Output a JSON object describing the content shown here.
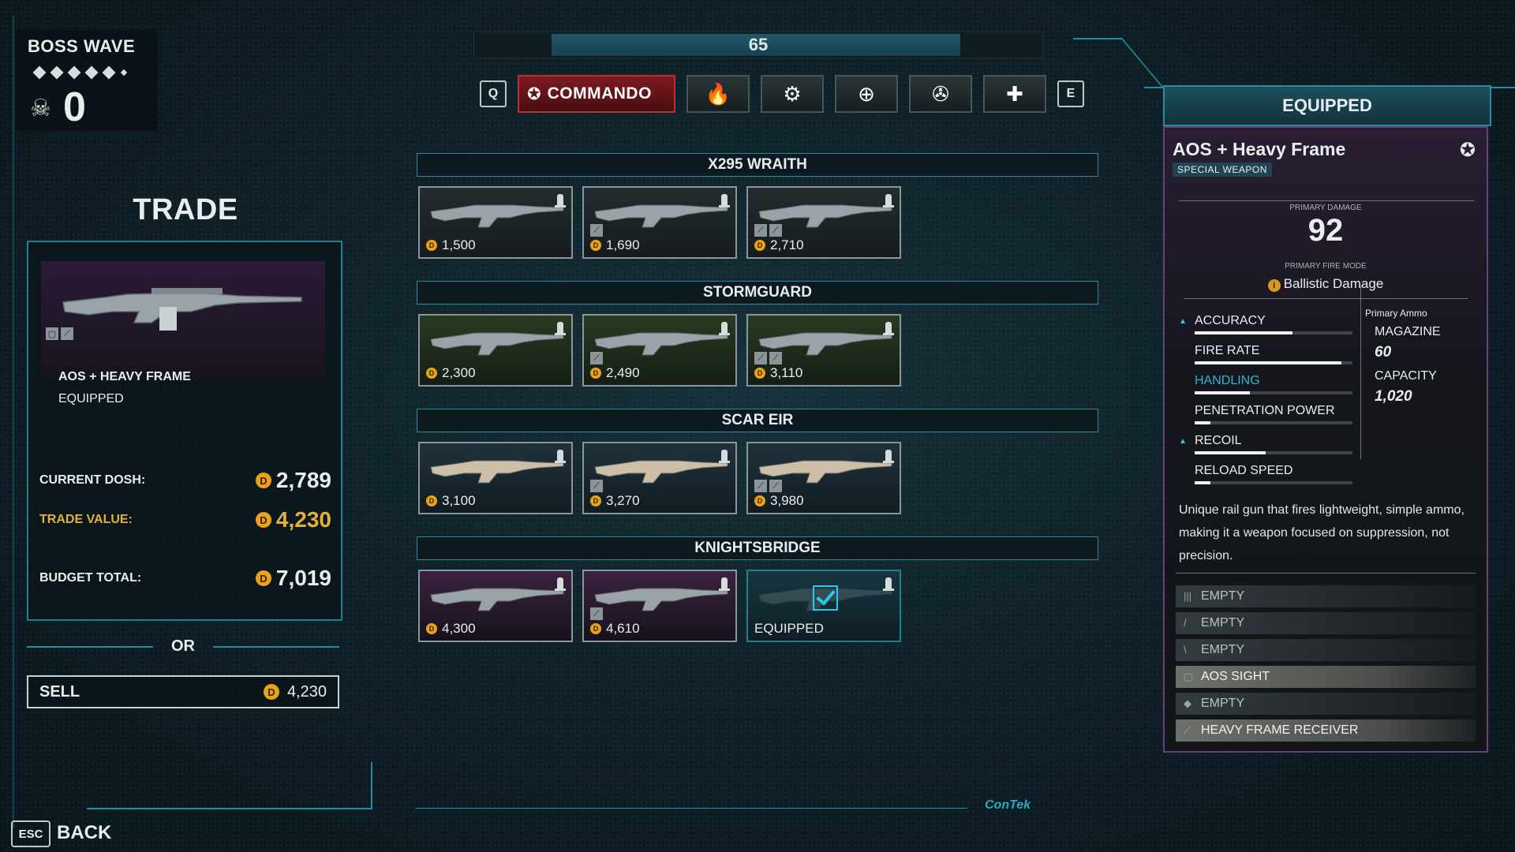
{
  "boss_wave": {
    "title": "BOSS WAVE",
    "count": "0"
  },
  "top_bar": {
    "level": "65",
    "progress": 0.72
  },
  "perk_bar": {
    "prev_key": "Q",
    "next_key": "E",
    "active_perk": "COMMANDO",
    "perk_icons": [
      "commando-icon",
      "firebug-icon",
      "demolitionist-icon",
      "sharpshooter-icon",
      "survivalist-icon",
      "medic-icon"
    ]
  },
  "trade": {
    "title": "TRADE",
    "weapon_name": "AOS + HEAVY FRAME",
    "weapon_status": "EQUIPPED",
    "current_dosh_label": "CURRENT DOSH:",
    "current_dosh": "2,789",
    "trade_value_label": "TRADE VALUE:",
    "trade_value": "4,230",
    "budget_total_label": "BUDGET TOTAL:",
    "budget_total": "7,019",
    "or_label": "OR",
    "sell_label": "SELL",
    "sell_value": "4,230"
  },
  "weapon_groups": [
    {
      "name": "X295 WRAITH",
      "cards": [
        {
          "price": "1,500",
          "tint": "grey",
          "badges": 0
        },
        {
          "price": "1,690",
          "tint": "grey",
          "badges": 1
        },
        {
          "price": "2,710",
          "tint": "grey",
          "badges": 2
        }
      ]
    },
    {
      "name": "STORMGUARD",
      "cards": [
        {
          "price": "2,300",
          "tint": "green",
          "badges": 0
        },
        {
          "price": "2,490",
          "tint": "green",
          "badges": 1
        },
        {
          "price": "3,110",
          "tint": "green",
          "badges": 2
        }
      ]
    },
    {
      "name": "SCAR EIR",
      "cards": [
        {
          "price": "3,100",
          "tint": "blue",
          "badges": 0
        },
        {
          "price": "3,270",
          "tint": "blue",
          "badges": 1
        },
        {
          "price": "3,980",
          "tint": "blue",
          "badges": 2
        }
      ]
    },
    {
      "name": "KNIGHTSBRIDGE",
      "cards": [
        {
          "price": "4,300",
          "tint": "purple",
          "badges": 0
        },
        {
          "price": "4,610",
          "tint": "purple",
          "badges": 1
        },
        {
          "price": "EQUIPPED",
          "tint": "equipped",
          "badges": 0
        }
      ]
    }
  ],
  "equipped": {
    "header": "EQUIPPED",
    "name": "AOS + Heavy Frame",
    "tag": "SPECIAL WEAPON",
    "primary_damage_label": "PRIMARY DAMAGE",
    "primary_damage": "92",
    "fire_mode_label": "PRIMARY FIRE MODE",
    "fire_mode": "Ballistic Damage",
    "stats": [
      {
        "name": "ACCURACY",
        "value": 0.62,
        "up": true
      },
      {
        "name": "FIRE RATE",
        "value": 0.93,
        "up": false
      },
      {
        "name": "HANDLING",
        "value": 0.35,
        "up": false
      },
      {
        "name": "PENETRATION POWER",
        "value": 0.1,
        "up": false
      },
      {
        "name": "RECOIL",
        "value": 0.45,
        "up": true
      },
      {
        "name": "RELOAD SPEED",
        "value": 0.1,
        "up": false
      }
    ],
    "ammo_label": "Primary Ammo",
    "magazine_label": "MAGAZINE",
    "magazine": "60",
    "capacity_label": "CAPACITY",
    "capacity": "1,020",
    "description": "Unique rail gun that fires lightweight, simple ammo, making it a weapon focused on suppression, not precision.",
    "slots": [
      {
        "label": "EMPTY",
        "filled": false
      },
      {
        "label": "EMPTY",
        "filled": false
      },
      {
        "label": "EMPTY",
        "filled": false
      },
      {
        "label": "AOS SIGHT",
        "filled": true
      },
      {
        "label": "EMPTY",
        "filled": false
      },
      {
        "label": "HEAVY FRAME RECEIVER",
        "filled": true
      }
    ]
  },
  "footer": {
    "esc_key": "ESC",
    "back_label": "BACK",
    "brand": "ConTek"
  },
  "colors": {
    "accent": "#1f8fa0",
    "active_perk": "#7d1a20",
    "dosh": "#e9a21a",
    "trade_value": "#e3b03a"
  }
}
